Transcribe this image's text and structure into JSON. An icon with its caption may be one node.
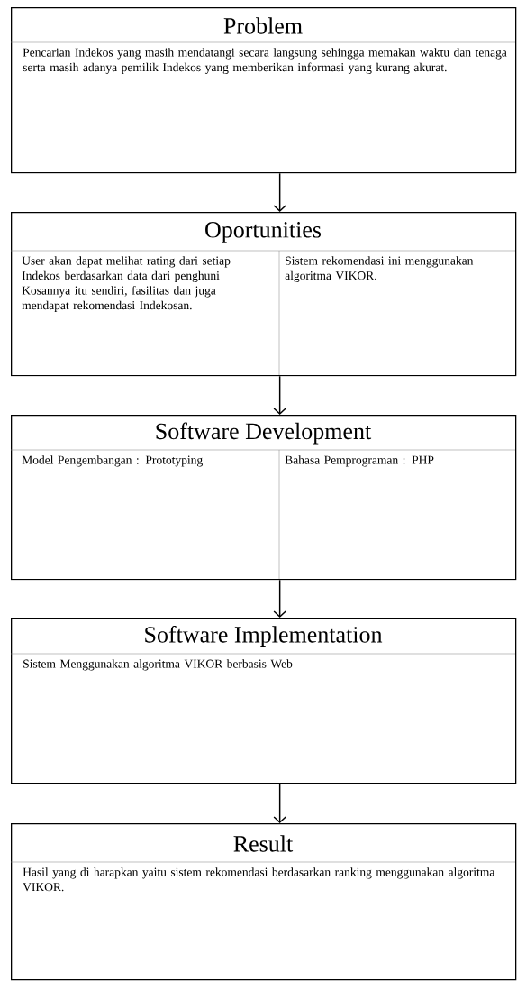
{
  "diagram": {
    "nodes": [
      {
        "text": [
          "Problem",
          "Pencarian Indekos yang masih mendatangi secara langsung sehingga memakan waktu dan tenaga serta masih adanya pemilik Indekos yang memberikan informasi yang kurang akurat."
        ]
      },
      {
        "text": [
          "Oportunities"
        ]
      },
      {
        "text": [
          "User akan dapat melihat rating dari setiap Indekos berdasarkan data dari penghuni Kosannya itu sendiri, fasilitas dan juga mendapat rekomendasi Indekosan."
        ],
        "in": 1
      },
      {
        "text": [
          "Sistem rekomendasi ini menggunakan algoritma VIKOR."
        ],
        "in": 1
      },
      {
        "text": [
          "Software Development"
        ]
      },
      {
        "text": [
          "Model Pengembangan : Prototyping"
        ],
        "in": 4
      },
      {
        "text": [
          "Bahasa Pemprograman : PHP"
        ],
        "in": 4
      },
      {
        "text": [
          "Software Implementation",
          "Sistem Menggunakan algoritma VIKOR berbasis Web"
        ]
      },
      {
        "text": [
          "Result",
          "Hasil yang di harapkan yaitu sistem rekomendasi berdasarkan ranking menggunakan algoritma VIKOR."
        ]
      }
    ],
    "edges": [
      {
        "from": 0,
        "to": 1,
        "arrow": "to"
      },
      {
        "from": 1,
        "to": 4,
        "arrow": "to"
      },
      {
        "from": 4,
        "to": 7,
        "arrow": "to"
      },
      {
        "from": 7,
        "to": 8,
        "arrow": "to"
      }
    ]
  }
}
